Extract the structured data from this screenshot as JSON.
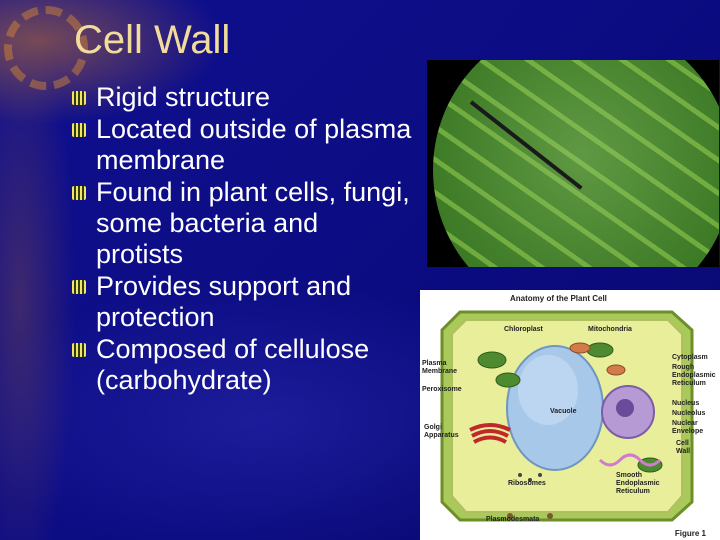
{
  "slide": {
    "title": "Cell Wall",
    "bullets": [
      "Rigid structure",
      "Located outside of plasma membrane",
      "Found in plant cells, fungi, some bacteria and protists",
      "Provides support and protection",
      "Composed of cellulose (carbohydrate)"
    ]
  },
  "diagram": {
    "title": "Anatomy of the Plant Cell",
    "figure": "Figure 1",
    "labels": {
      "chloroplast": "Chloroplast",
      "mitochondria": "Mitochondria",
      "plasma_membrane": "Plasma Membrane",
      "peroxisome": "Peroxisome",
      "golgi": "Golgi Apparatus",
      "vacuole": "Vacuole",
      "ribosomes": "Ribosomes",
      "plasmodesmata": "Plasmodesmata",
      "cytoplasm": "Cytoplasm",
      "rough_er": "Rough Endoplasmic Reticulum",
      "nucleus": "Nucleus",
      "nucleolus": "Nucleolus",
      "nuclear_envelope": "Nuclear Envelope",
      "cell_wall": "Cell Wall",
      "smooth_er": "Smooth Endoplasmic Reticulum"
    }
  },
  "colors": {
    "background": "#0a0a8c",
    "title": "#f2dc9c",
    "text": "#ffffff"
  }
}
